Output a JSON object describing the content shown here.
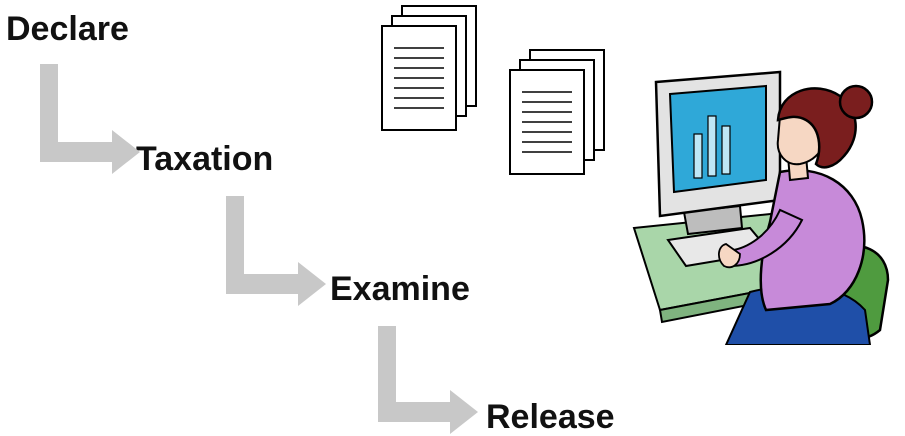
{
  "steps": [
    {
      "label": "Declare"
    },
    {
      "label": "Taxation"
    },
    {
      "label": "Examine"
    },
    {
      "label": "Release"
    }
  ],
  "colors": {
    "arrow": "#c8c8c8",
    "text": "#111111",
    "shirt": "#c78ad9",
    "hair": "#7a1e1e",
    "monitor": "#d9d9d9",
    "screen": "#2fa8d8",
    "desk": "#a9d6a9",
    "chair": "#4f9b3f",
    "pants": "#1f4fa8"
  }
}
